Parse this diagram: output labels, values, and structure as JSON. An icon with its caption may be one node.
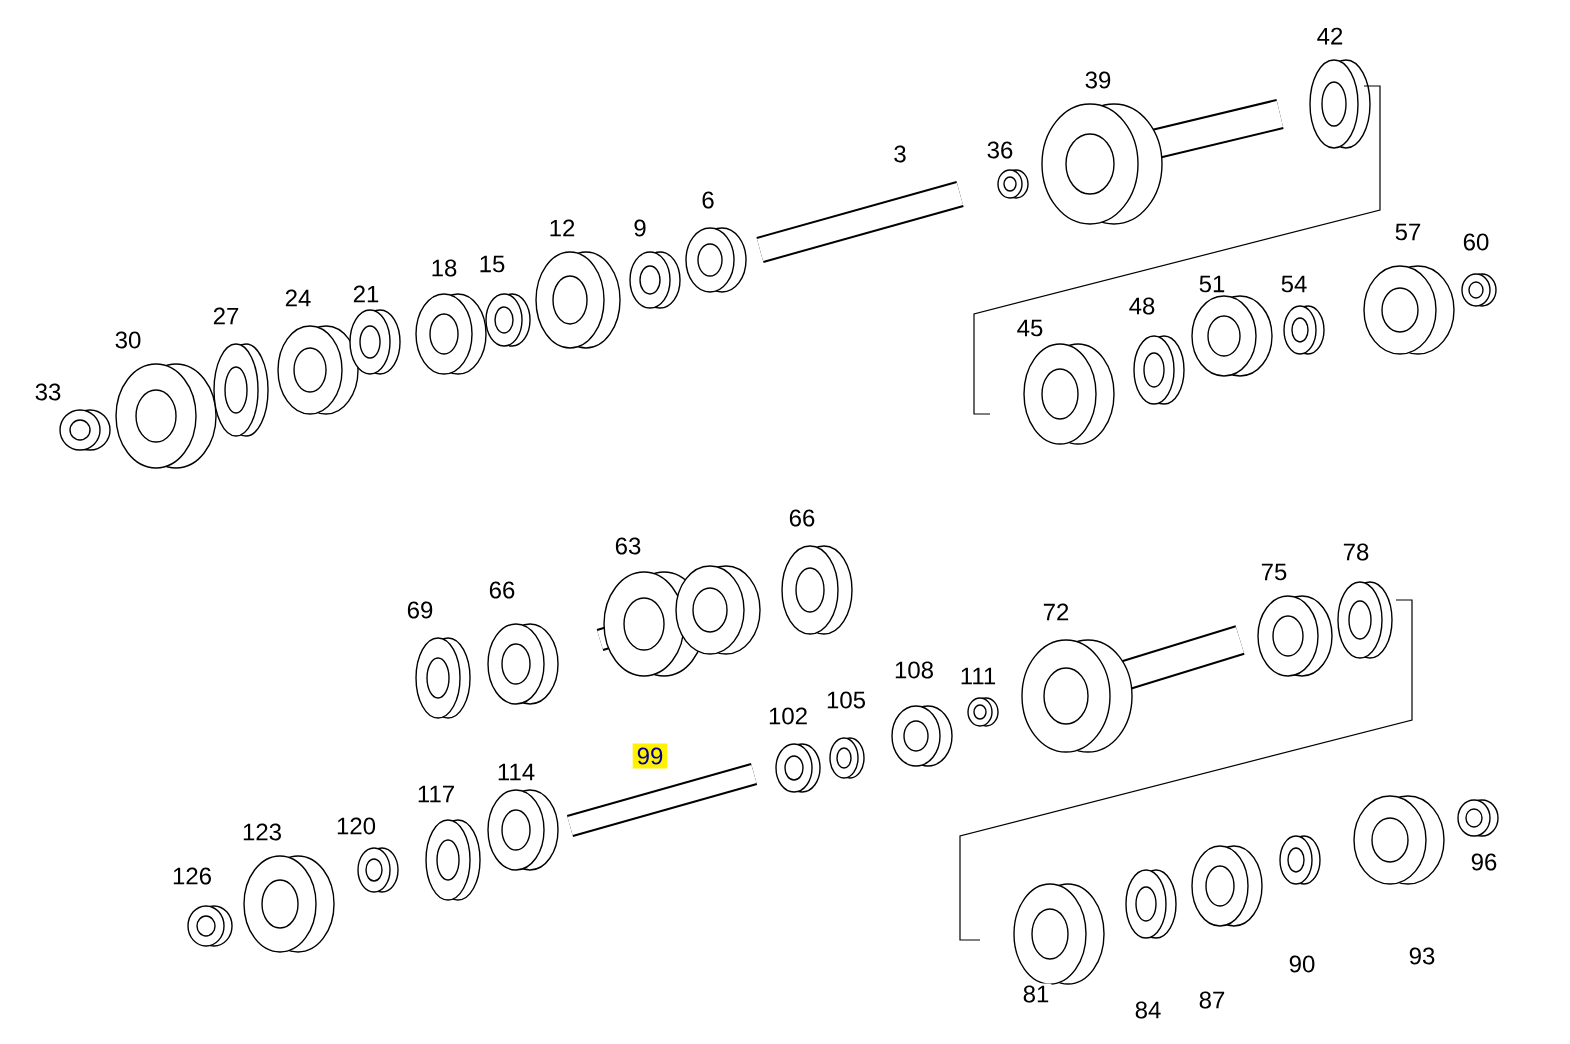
{
  "diagram": {
    "labels": [
      "42",
      "39",
      "3",
      "36",
      "6",
      "9",
      "12",
      "60",
      "57",
      "15",
      "18",
      "21",
      "54",
      "51",
      "24",
      "48",
      "45",
      "27",
      "30",
      "33",
      "66",
      "63",
      "66",
      "69",
      "78",
      "75",
      "72",
      "108",
      "111",
      "105",
      "102",
      "99",
      "114",
      "117",
      "120",
      "123",
      "126",
      "96",
      "93",
      "90",
      "87",
      "84",
      "81"
    ]
  }
}
